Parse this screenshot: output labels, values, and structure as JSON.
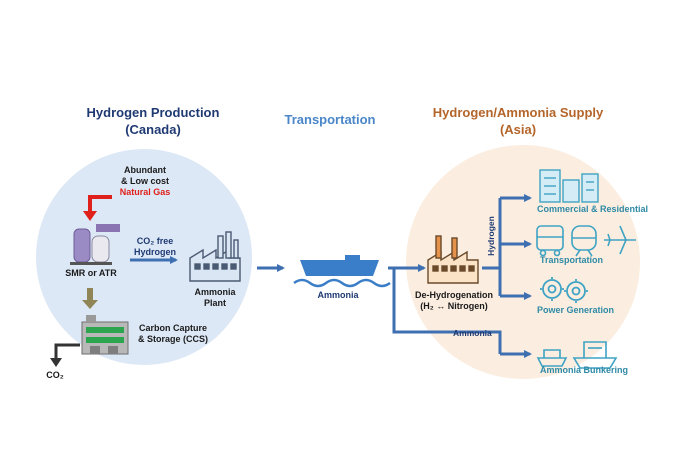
{
  "production": {
    "title": "Hydrogen Production",
    "subtitle": "(Canada)",
    "feed_line1": "Abundant",
    "feed_line2": "& Low cost",
    "feed_line3": "Natural Gas",
    "smr_label": "SMR or ATR",
    "co2_free_line1": "CO₂ free",
    "co2_free_line2": "Hydrogen",
    "plant_line1": "Ammonia",
    "plant_line2": "Plant",
    "ccs_line1": "Carbon Capture",
    "ccs_line2": "& Storage (CCS)",
    "co2_label": "CO₂"
  },
  "transport": {
    "title": "Transportation",
    "ship_label": "Ammonia"
  },
  "supply": {
    "title": "Hydrogen/Ammonia Supply",
    "subtitle": "(Asia)",
    "dehydro_line1": "De-Hydrogenation",
    "dehydro_line2": "(H₂ ↔ Nitrogen)",
    "hydrogen_branch": "Hydrogen",
    "ammonia_branch": "Ammonia",
    "uses": [
      "Commercial & Residential",
      "Transportation",
      "Power Generation",
      "Ammonia Bunkering"
    ]
  },
  "colors": {
    "left_circle": "#dde8f6",
    "right_circle": "#fbeee0",
    "arrow_blue": "#3e6fb0",
    "natural_gas_red": "#e0201b",
    "ccs_arrow": "#8f8556",
    "icon_teal": "#3fa3c4"
  }
}
